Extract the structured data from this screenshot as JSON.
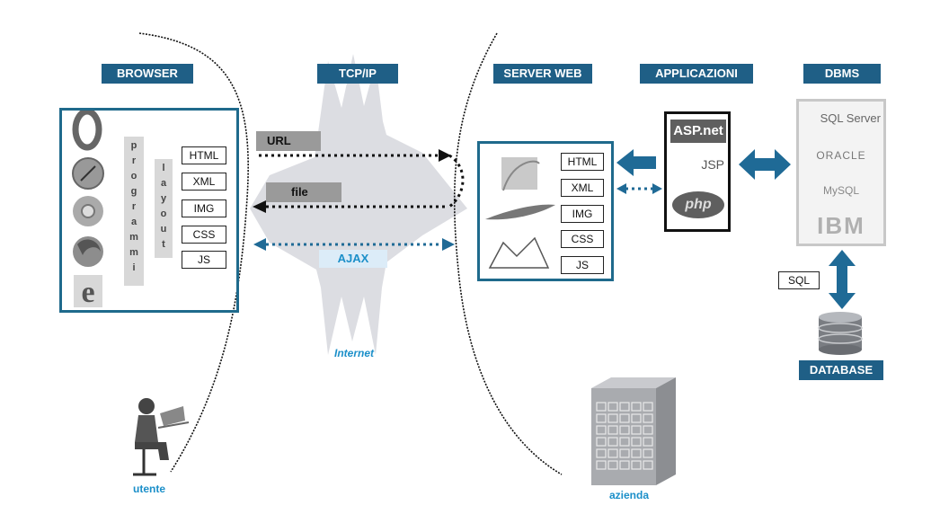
{
  "headers": {
    "browser": "BROWSER",
    "tcpip": "TCP/IP",
    "server_web": "SERVER WEB",
    "applicazioni": "APPLICAZIONI",
    "dbms": "DBMS",
    "database": "DATABASE"
  },
  "browser_panel": {
    "vertical_programmi": [
      "p",
      "r",
      "o",
      "g",
      "r",
      "a",
      "m",
      "m",
      "i"
    ],
    "vertical_layout": [
      "l",
      "a",
      "y",
      "o",
      "u",
      "t"
    ],
    "formats": [
      "HTML",
      "XML",
      "IMG",
      "CSS",
      "JS"
    ],
    "icons": [
      "opera-icon",
      "safari-icon",
      "chrome-icon",
      "firefox-icon",
      "internet-explorer-icon"
    ]
  },
  "server_panel": {
    "formats": [
      "HTML",
      "XML",
      "IMG",
      "CSS",
      "JS"
    ],
    "icons": [
      "iis-server-icon",
      "apache-feather-icon",
      "tomcat-icon"
    ]
  },
  "app_panel": {
    "items": [
      "ASP.net",
      "JSP",
      "php"
    ]
  },
  "dbms_panel": {
    "items": [
      "SQL Server",
      "ORACLE",
      "MySQL",
      "IBM"
    ]
  },
  "arrows": {
    "url": "URL",
    "file": "file",
    "ajax": "AJAX",
    "sql": "SQL"
  },
  "captions": {
    "internet": "Internet",
    "utente": "utente",
    "azienda": "azienda"
  },
  "colors": {
    "header_blue": "#1f5f86",
    "panel_border": "#1f6a8c",
    "arrow_blue": "#1f6a96",
    "caption_blue": "#1b8fc9",
    "cloud_gray": "#dcdde2"
  }
}
